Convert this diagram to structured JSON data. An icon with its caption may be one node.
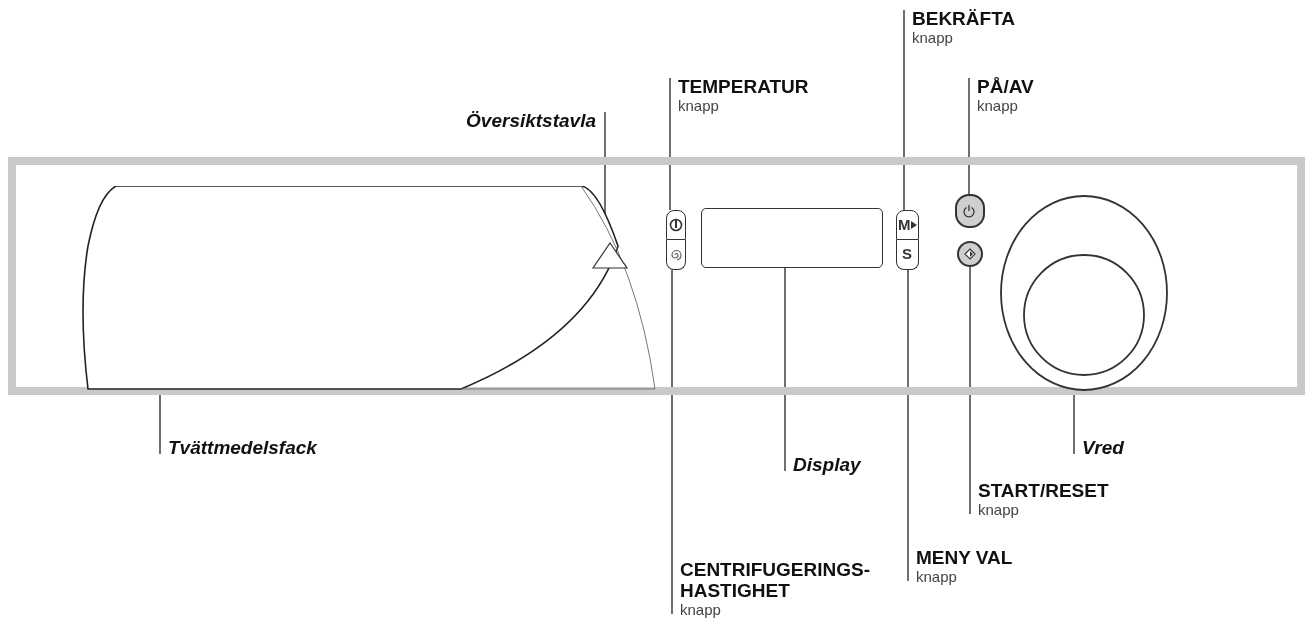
{
  "diagram": {
    "nodes": [
      {
        "text": [
          "BEKRÄFTA",
          "knapp"
        ]
      },
      {
        "text": [
          "TEMPERATUR",
          "knapp"
        ]
      },
      {
        "text": [
          "PÅ/AV",
          "knapp"
        ]
      },
      {
        "text": [
          "Översiktstavla"
        ]
      },
      {
        "text": [],
        "shape": "box"
      },
      {
        "text": [],
        "shape": "box",
        "in": 4
      },
      {
        "text": [],
        "shape": "triangle",
        "in": 4
      },
      {
        "text": [],
        "shape": "button",
        "in": 4
      },
      {
        "text": [],
        "shape": "button",
        "in": 4
      },
      {
        "text": [],
        "shape": "box",
        "in": 4
      },
      {
        "text": [
          "M"
        ],
        "in": 4
      },
      {
        "text": [
          "S"
        ],
        "in": 4
      },
      {
        "text": [],
        "shape": "button",
        "in": 4
      },
      {
        "text": [],
        "shape": "circle",
        "in": 4
      },
      {
        "text": [],
        "shape": "ellipse",
        "in": 4
      },
      {
        "text": [
          "Tvättmedelsfack"
        ]
      },
      {
        "text": [
          "Display"
        ]
      },
      {
        "text": [
          "Vred"
        ]
      },
      {
        "text": [
          "START/RESET",
          "knapp"
        ]
      },
      {
        "text": [
          "MENY VAL",
          "knapp"
        ]
      },
      {
        "text": [
          "CENTRIFUGERINGS-HASTIGHET",
          "knapp"
        ]
      }
    ],
    "edges": [
      {
        "from": 0,
        "to": 10,
        "arrow": "none"
      },
      {
        "from": 1,
        "to": 7,
        "arrow": "none"
      },
      {
        "from": 2,
        "to": 12,
        "arrow": "none"
      },
      {
        "from": 3,
        "to": 6,
        "arrow": "none"
      },
      {
        "from": 15,
        "to": 5,
        "arrow": "none"
      },
      {
        "from": 16,
        "to": 9,
        "arrow": "none"
      },
      {
        "from": 17,
        "to": 14,
        "arrow": "none"
      },
      {
        "from": 18,
        "to": 13,
        "arrow": "none"
      },
      {
        "from": 19,
        "to": 11,
        "arrow": "none"
      },
      {
        "from": 20,
        "to": 8,
        "arrow": "none"
      }
    ]
  }
}
